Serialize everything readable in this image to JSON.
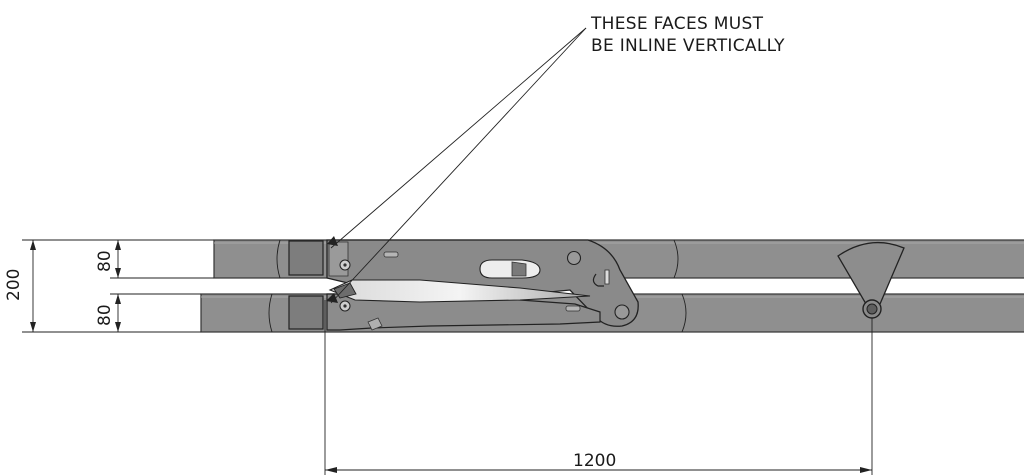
{
  "note": {
    "line1": "THESE FACES MUST",
    "line2": "BE INLINE VERTICALLY"
  },
  "dimensions": {
    "overall_height": "200",
    "upper_tube_height": "80",
    "lower_tube_height": "80",
    "horizontal_span": "1200"
  },
  "colors": {
    "steel": "#8f8f8f",
    "steel_dark": "#6e6e6e",
    "steel_light": "#b3b3b3",
    "line": "#222222"
  }
}
